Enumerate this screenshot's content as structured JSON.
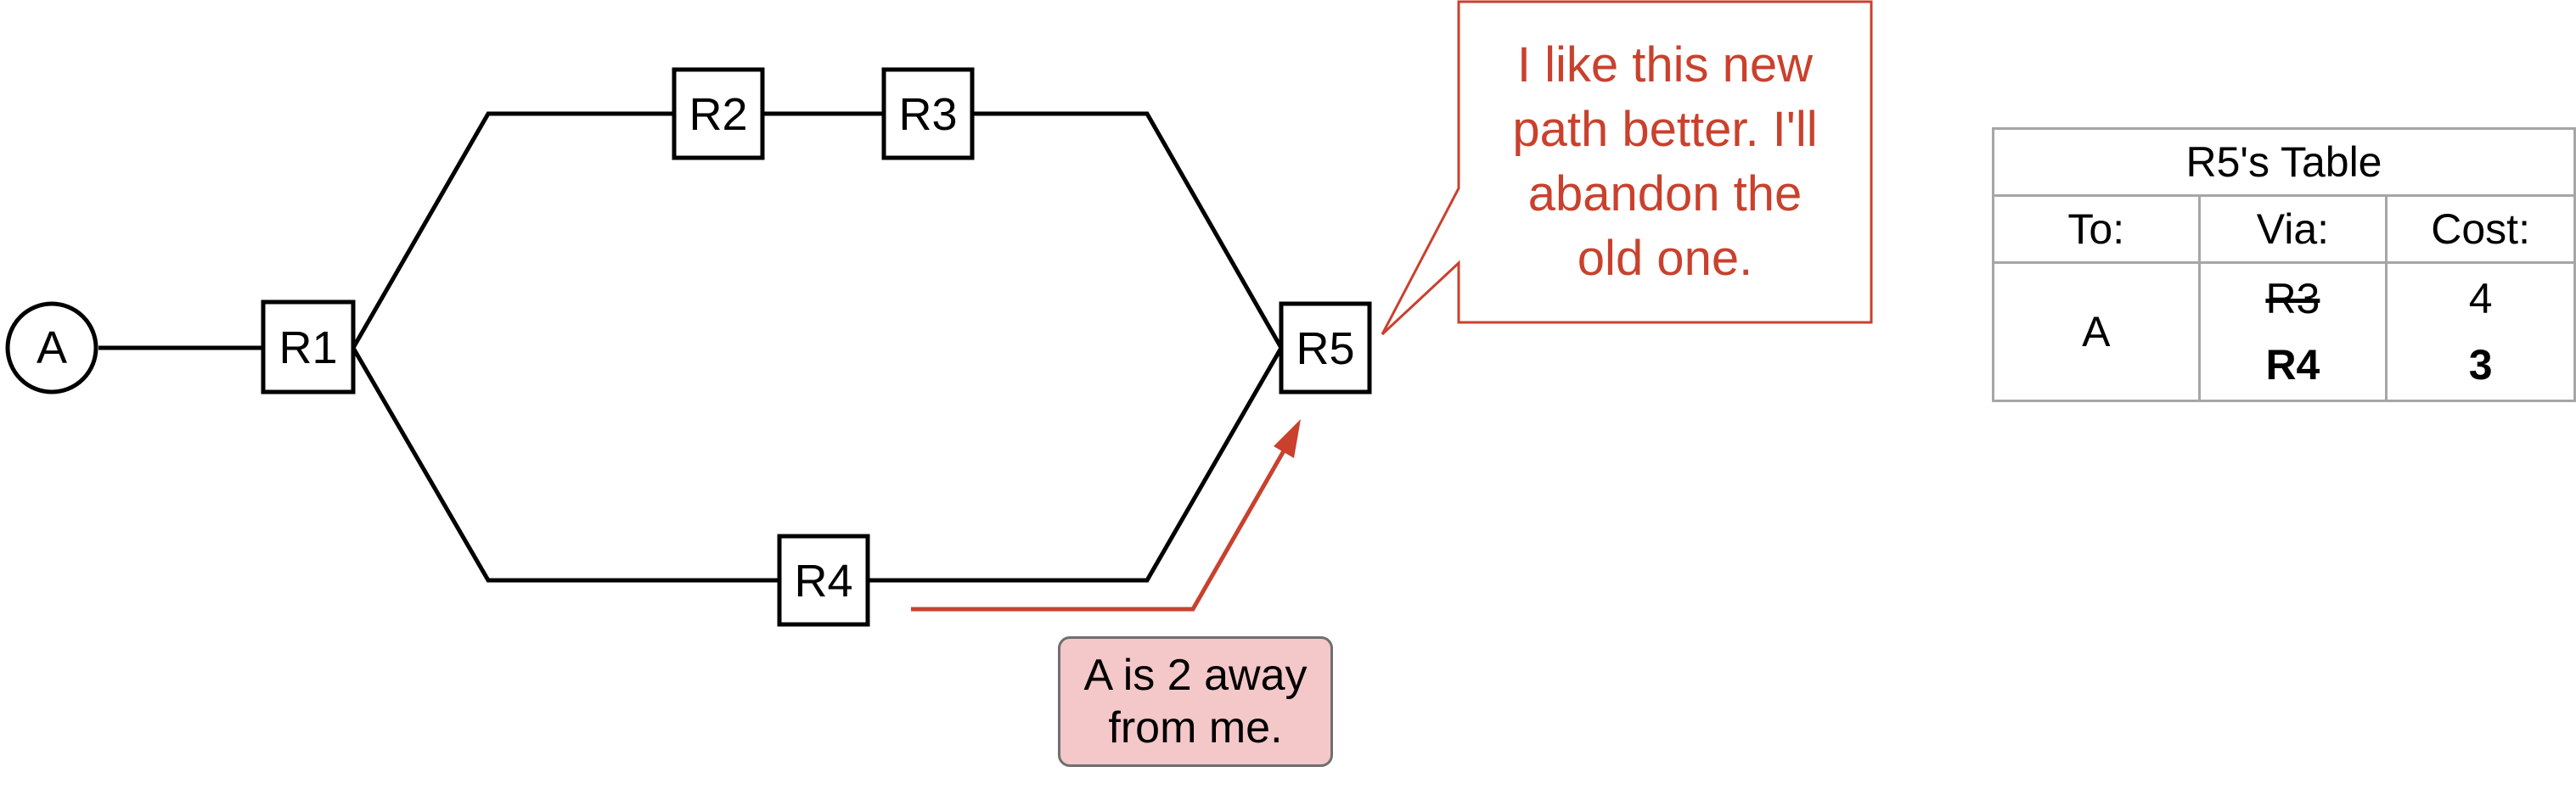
{
  "nodes": {
    "host": "A",
    "r1": "R1",
    "r2": "R2",
    "r3": "R3",
    "r4": "R4",
    "r5": "R5"
  },
  "callout": {
    "lines": [
      "I like this new",
      "path better. I'll",
      "abandon the",
      "old one."
    ]
  },
  "message": {
    "lines": [
      "A is 2 away",
      "from me."
    ]
  },
  "table": {
    "title": "R5's Table",
    "headers": {
      "to": "To:",
      "via": "Via:",
      "cost": "Cost:"
    },
    "row": {
      "to": "A",
      "via_old": "R3",
      "via_new": "R4",
      "cost_old": "4",
      "cost_new": "3"
    }
  },
  "colors": {
    "accent": "#c9412d",
    "message_bg": "#f4c7c9",
    "line": "#000000",
    "table_border": "#a6a6a6"
  }
}
